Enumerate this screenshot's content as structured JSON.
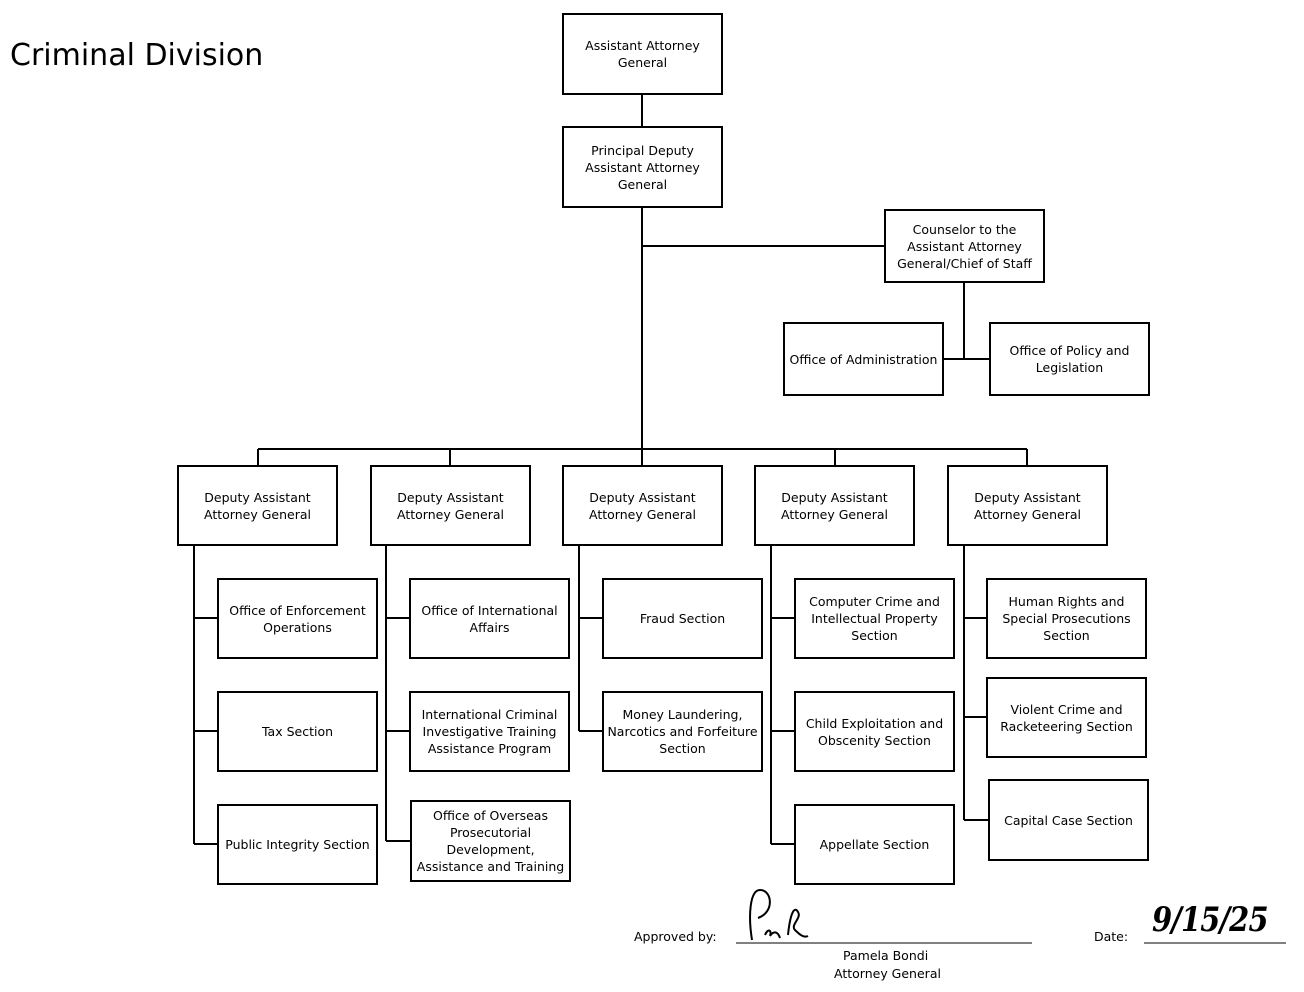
{
  "title": "Criminal Division",
  "nodes": {
    "aag": "Assistant Attorney General",
    "pdaag": "Principal Deputy Assistant Attorney General",
    "counselor": "Counselor to the Assistant Attorney General/Chief of Staff",
    "admin": "Office of Administration",
    "policy": "Office of Policy and Legislation",
    "daag1": "Deputy Assistant Attorney General",
    "daag2": "Deputy Assistant Attorney General",
    "daag3": "Deputy Assistant Attorney General",
    "daag4": "Deputy Assistant Attorney General",
    "daag5": "Deputy Assistant Attorney General",
    "c1a": "Office of Enforcement Operations",
    "c1b": "Tax Section",
    "c1c": "Public Integrity Section",
    "c2a": "Office of International Affairs",
    "c2b": "International Criminal Investigative Training Assistance Program",
    "c2c": "Office of Overseas Prosecutorial Development, Assistance and Training",
    "c3a": "Fraud Section",
    "c3b": "Money Laundering, Narcotics and Forfeiture Section",
    "c4a": "Computer Crime and Intellectual Property Section",
    "c4b": "Child Exploitation and Obscenity Section",
    "c4c": "Appellate Section",
    "c5a": "Human Rights and Special Prosecutions Section",
    "c5b": "Violent Crime and Racketeering Section",
    "c5c": "Capital Case Section"
  },
  "approval": {
    "approved_by_label": "Approved by:",
    "name": "Pamela Bondi",
    "role": "Attorney General",
    "date_label": "Date:",
    "date_handwritten": "9/15/25",
    "signature": "Pam Bondi"
  }
}
